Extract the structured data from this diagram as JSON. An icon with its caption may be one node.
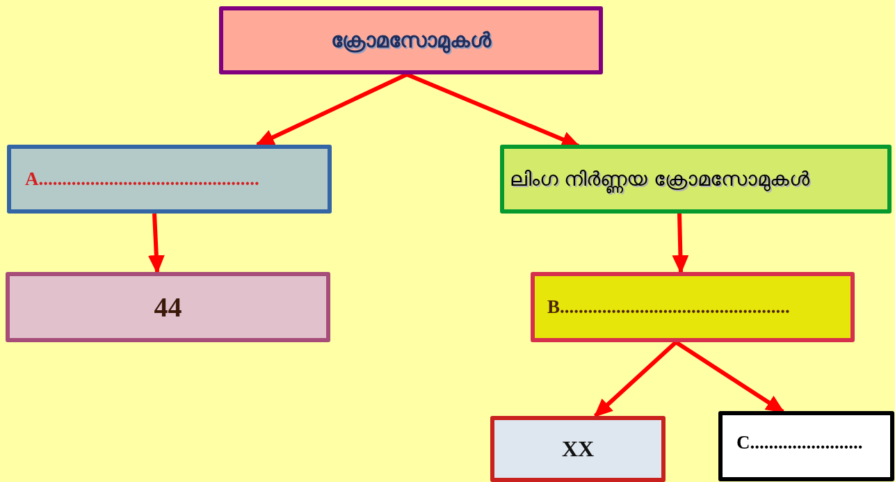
{
  "diagram": {
    "nodes": [
      {
        "text": [
          "ക്രോമസോമുകൾ"
        ]
      },
      {
        "text": [
          "A..............................................."
        ]
      },
      {
        "text": [
          "ലിംഗ നിർണ്ണയ ക്രോമസോമുകൾ"
        ]
      },
      {
        "text": [
          "44"
        ]
      },
      {
        "text": [
          "B................................................."
        ]
      },
      {
        "text": [
          "XX"
        ]
      },
      {
        "text": [
          "C........................"
        ]
      }
    ],
    "edges": [
      {
        "from": 0,
        "to": 1,
        "arrow": "to"
      },
      {
        "from": 0,
        "to": 2,
        "arrow": "to"
      },
      {
        "from": 1,
        "to": 3,
        "arrow": "to"
      },
      {
        "from": 2,
        "to": 4,
        "arrow": "to"
      },
      {
        "from": 4,
        "to": 5,
        "arrow": "to"
      },
      {
        "from": 4,
        "to": 6,
        "arrow": "to"
      }
    ]
  }
}
